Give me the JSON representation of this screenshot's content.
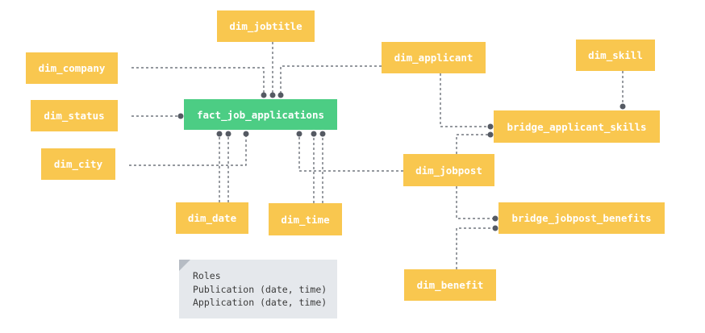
{
  "nodes": {
    "dim_jobtitle": "dim_jobtitle",
    "dim_company": "dim_company",
    "dim_applicant": "dim_applicant",
    "dim_skill": "dim_skill",
    "dim_status": "dim_status",
    "fact_job_applications": "fact_job_applications",
    "bridge_applicant_skills": "bridge_applicant_skills",
    "dim_city": "dim_city",
    "dim_jobpost": "dim_jobpost",
    "dim_date": "dim_date",
    "dim_time": "dim_time",
    "bridge_jobpost_benefits": "bridge_jobpost_benefits",
    "dim_benefit": "dim_benefit"
  },
  "note": {
    "title": "Roles",
    "line1": "Publication (date, time)",
    "line2": "Application (date, time)"
  },
  "colors": {
    "dimension": "#f9c74f",
    "fact": "#4ccd84",
    "connector": "#555a63",
    "note_background": "#e5e8ec",
    "text_on_node": "#ffffff"
  }
}
